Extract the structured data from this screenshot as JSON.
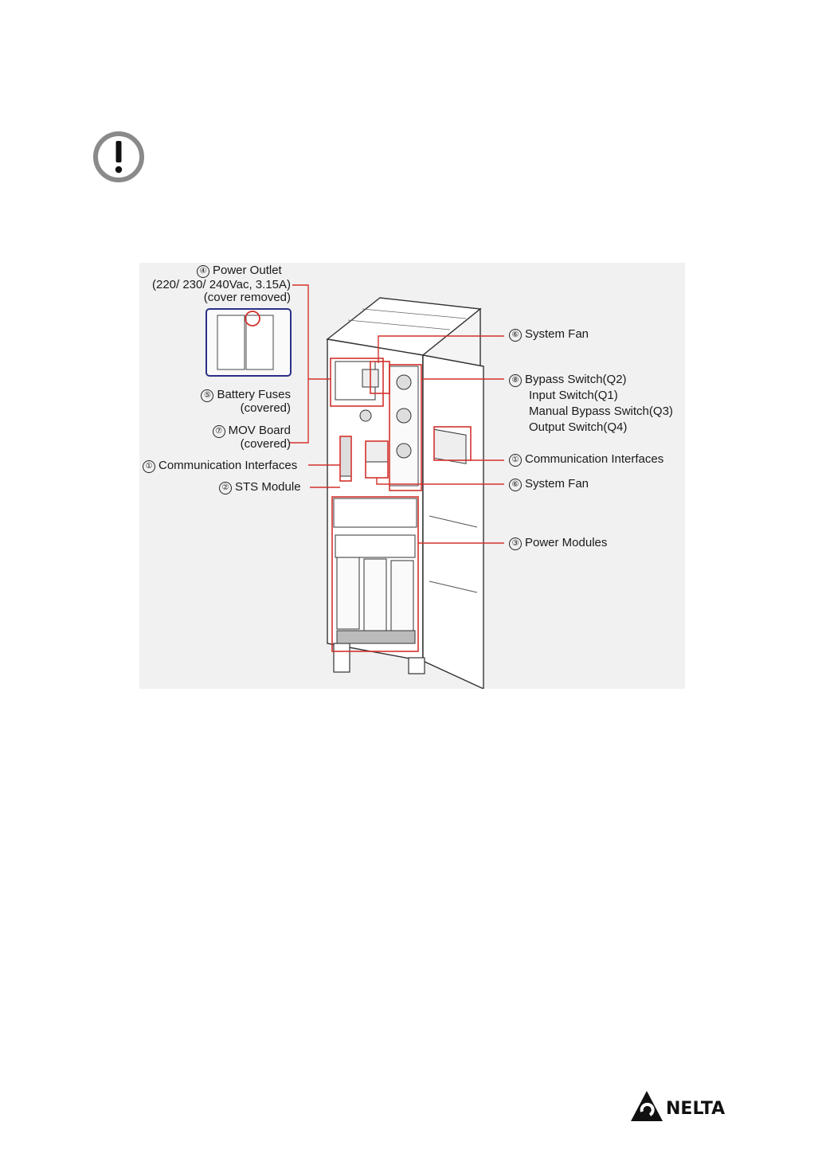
{
  "figure": {
    "left_labels": [
      {
        "num": "④",
        "text": "Power Outlet",
        "lines": [
          "(220/ 230/ 240Vac, 3.15A)",
          "(cover removed)"
        ]
      },
      {
        "num": "⑤",
        "text": "Battery Fuses",
        "lines": [
          "(covered)"
        ]
      },
      {
        "num": "⑦",
        "text": "MOV Board",
        "lines": [
          "(covered)"
        ]
      },
      {
        "num": "①",
        "text": "Communication Interfaces",
        "lines": []
      },
      {
        "num": "②",
        "text": "STS Module",
        "lines": []
      }
    ],
    "right_labels": [
      {
        "num": "⑥",
        "text": "System Fan",
        "lines": []
      },
      {
        "num": "⑧",
        "text": "Bypass Switch(Q2)",
        "lines": [
          "Input Switch(Q1)",
          "Manual Bypass Switch(Q3)",
          "Output Switch(Q4)"
        ]
      },
      {
        "num": "①",
        "text": "Communication Interfaces",
        "lines": []
      },
      {
        "num": "⑥",
        "text": "System Fan",
        "lines": []
      },
      {
        "num": "③",
        "text": "Power Modules",
        "lines": []
      }
    ]
  },
  "footer": {
    "logo_text": "NELTA",
    "logo_color": "#111111"
  },
  "accent": {
    "callout_red": "#d2322d",
    "inset_blue": "#2a2f86",
    "icon_gray": "#8a8a8a"
  }
}
